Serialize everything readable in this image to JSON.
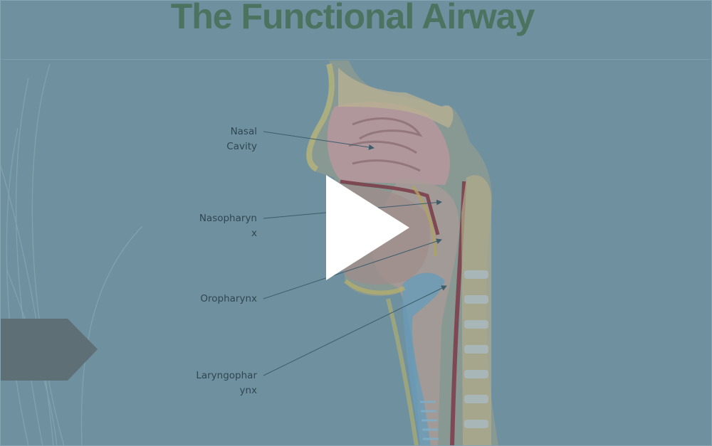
{
  "slide": {
    "title": "The Functional Airway",
    "labels": {
      "nasal_cavity": "Nasal\nCavity",
      "nasopharynx": "Nasopharyn\nx",
      "oropharynx": "Oropharynx",
      "laryngopharynx": "Laryngophar\nynx"
    }
  },
  "video": {
    "play_icon": "play-icon",
    "state": "paused"
  },
  "colors": {
    "overlay": "#6f909f",
    "title": "#4c7360",
    "label_text": "#2f4753",
    "chevron": "#5f6f76",
    "play": "#ffffff"
  }
}
